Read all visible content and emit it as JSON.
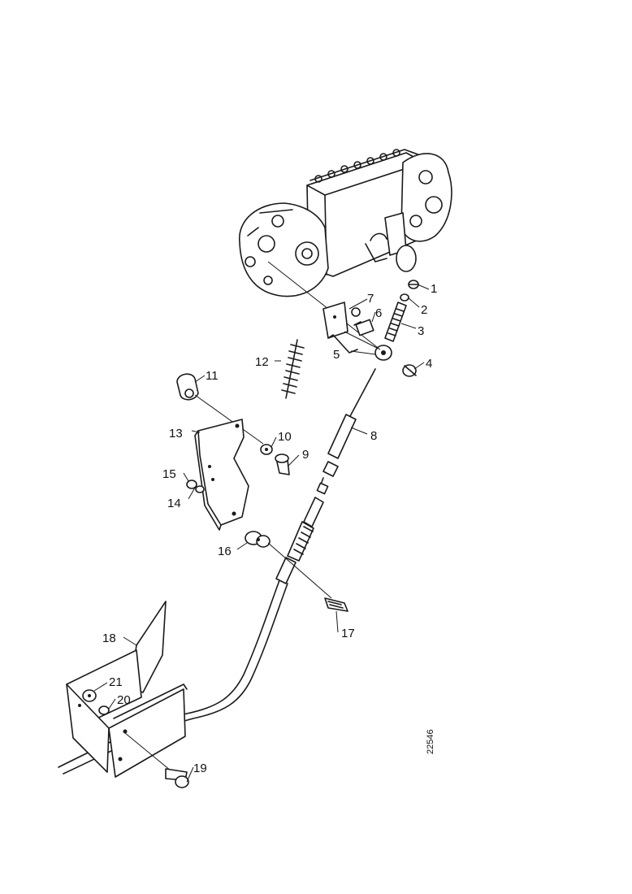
{
  "callouts": [
    {
      "id": "1",
      "label": "1"
    },
    {
      "id": "2",
      "label": "2"
    },
    {
      "id": "3",
      "label": "3"
    },
    {
      "id": "4",
      "label": "4"
    },
    {
      "id": "5",
      "label": "5"
    },
    {
      "id": "6",
      "label": "6"
    },
    {
      "id": "7",
      "label": "7"
    },
    {
      "id": "8",
      "label": "8"
    },
    {
      "id": "9",
      "label": "9"
    },
    {
      "id": "10",
      "label": "10"
    },
    {
      "id": "11",
      "label": "11"
    },
    {
      "id": "12",
      "label": "12"
    },
    {
      "id": "13",
      "label": "13"
    },
    {
      "id": "14",
      "label": "14"
    },
    {
      "id": "15",
      "label": "15"
    },
    {
      "id": "16",
      "label": "16"
    },
    {
      "id": "17",
      "label": "17"
    },
    {
      "id": "18",
      "label": "18"
    },
    {
      "id": "19",
      "label": "19"
    },
    {
      "id": "20",
      "label": "20"
    },
    {
      "id": "21",
      "label": "21"
    }
  ],
  "reference_number": "22546"
}
